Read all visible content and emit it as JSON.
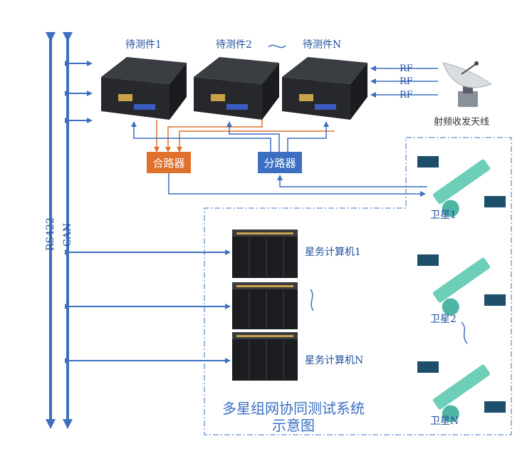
{
  "duts": {
    "d1": "待测件1",
    "d2": "待测件2",
    "dn": "待测件N"
  },
  "rf_label": "RF",
  "antenna_label": "射频收发天线",
  "combiner_label": "合路器",
  "splitter_label": "分路器",
  "bus": {
    "rs422": "RS422",
    "can": "CAN"
  },
  "computers": {
    "c1": "星务计算机1",
    "cn": "星务计算机N"
  },
  "satellites": {
    "s1": "卫星1",
    "s2": "卫星2",
    "sn": "卫星N"
  },
  "title_line1": "多星组网协同测试系统",
  "title_line2": "示意图",
  "colors": {
    "blue": "#3d6fc0",
    "orange": "#e0712c",
    "combiner_fill": "#e0712c",
    "splitter_fill": "#3d6fc0",
    "text_blue": "#1f4e9c"
  }
}
